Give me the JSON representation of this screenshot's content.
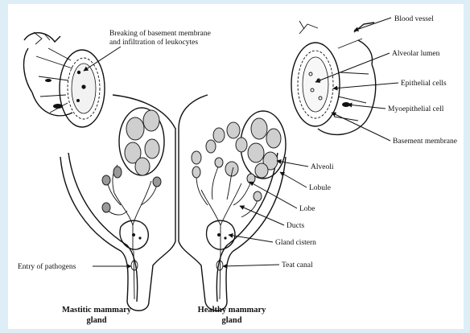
{
  "left_labels": {
    "basement_breaking_line1": "Breaking of basement membrane",
    "basement_breaking_line2": "and infiltration of leukocytes",
    "entry": "Entry of pathogens"
  },
  "right_labels": {
    "blood_vessel": "Blood vessel",
    "alveolar_lumen": "Alveolar lumen",
    "epithelial_cells": "Epithelial cells",
    "myoepithelial_cell": "Myoepithelial cell",
    "basement_membrane": "Basement membrane",
    "alveoli": "Alveoli",
    "lobule": "Lobule",
    "lobe": "Lobe",
    "ducts": "Ducts",
    "gland_cistern": "Gland cistern",
    "teat_canal": "Teat canal"
  },
  "captions": {
    "mastitic_line1": "Mastitic mammary",
    "mastitic_line2": "gland",
    "healthy_line1": "Healthy mammary",
    "healthy_line2": "gland"
  }
}
